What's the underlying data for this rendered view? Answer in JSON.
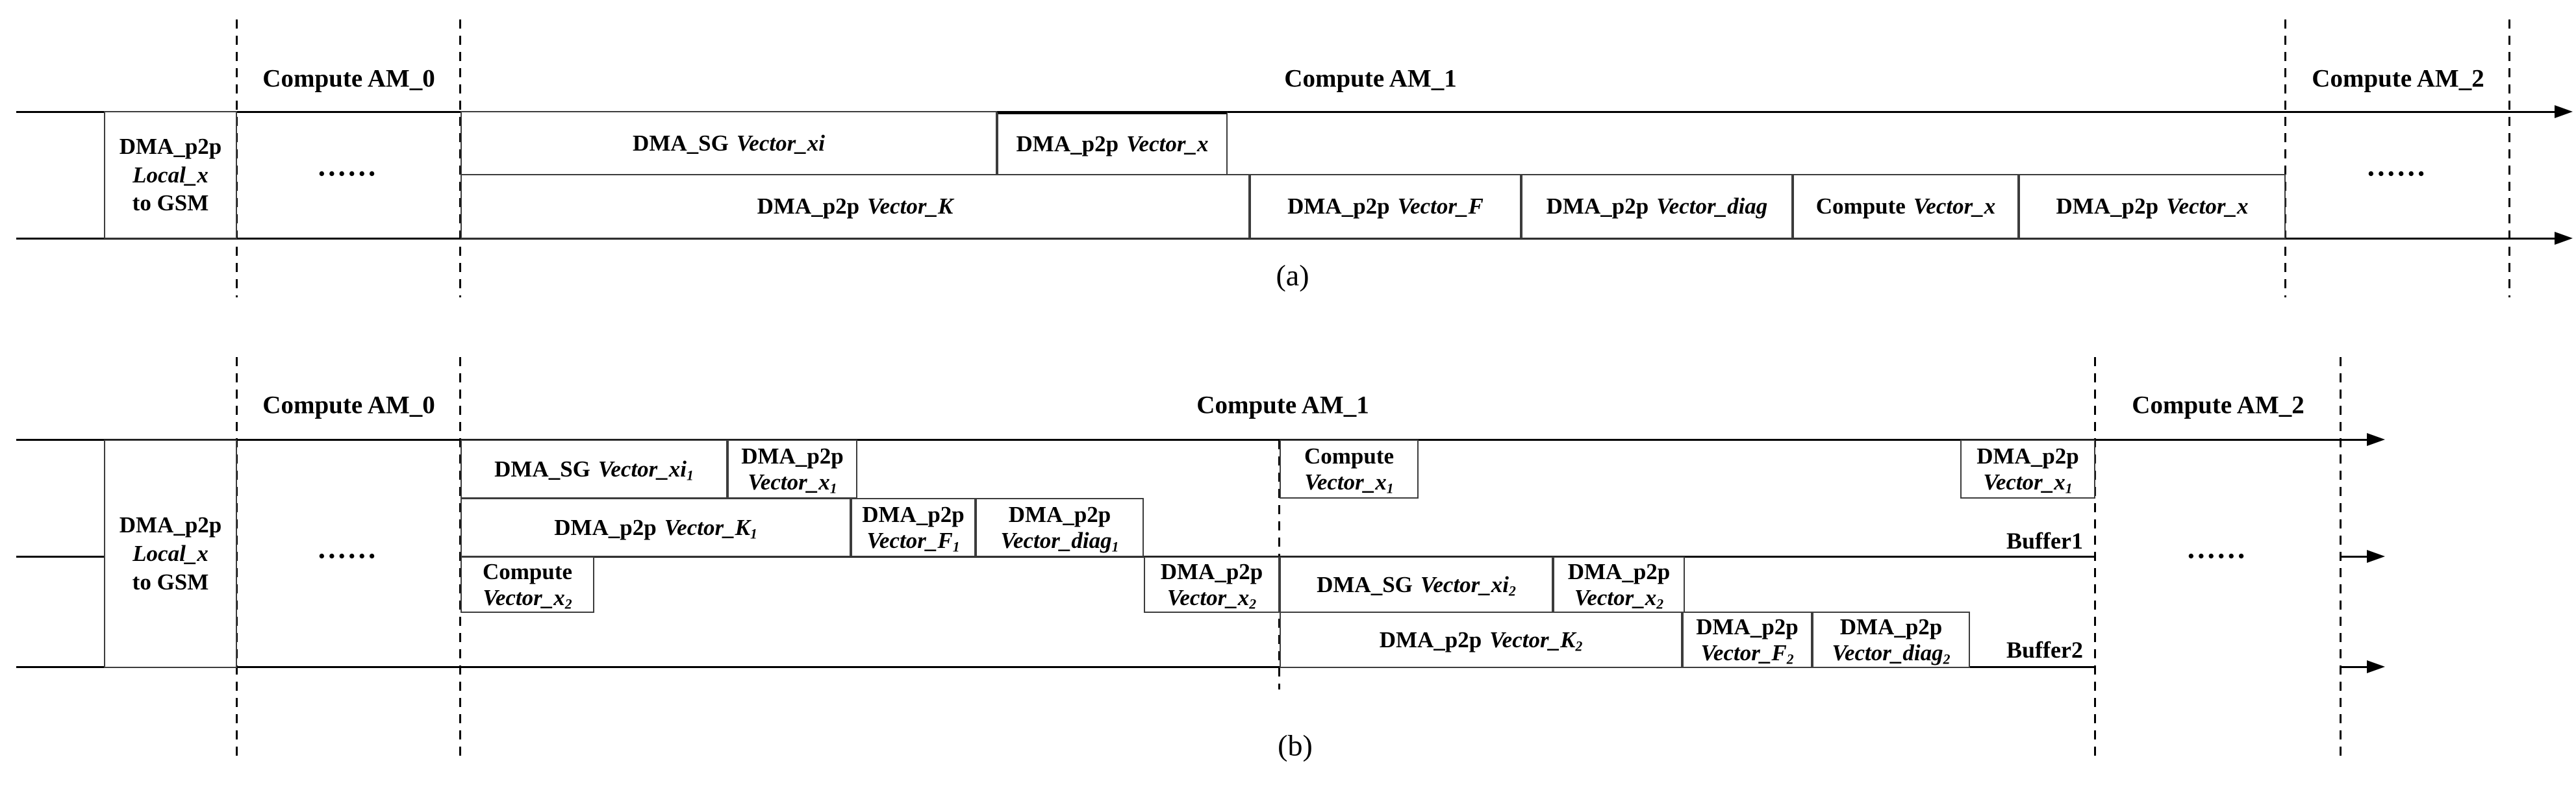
{
  "figure": {
    "panel_a_caption": "(a)",
    "panel_b_caption": "(b)",
    "ellipsis": "••••••",
    "colors": {
      "line": "#000000",
      "box_border": "#3c3c3c",
      "background": "#ffffff"
    }
  },
  "panel_a": {
    "phases": {
      "am0": "Compute AM_0",
      "am1": "Compute AM_1",
      "am2": "Compute AM_2"
    },
    "gsm_box": {
      "line1": "DMA_p2p",
      "line2": "Local_x",
      "line3": "to GSM"
    },
    "row_top": [
      {
        "op": "DMA_SG",
        "arg": "Vector_xi",
        "sub": ""
      },
      {
        "op": "DMA_p2p",
        "arg": "Vector_x",
        "sub": ""
      }
    ],
    "row_bottom": [
      {
        "op": "DMA_p2p",
        "arg": "Vector_K",
        "sub": ""
      },
      {
        "op": "DMA_p2p",
        "arg": "Vector_F",
        "sub": ""
      },
      {
        "op": "DMA_p2p",
        "arg": "Vector_diag",
        "sub": ""
      },
      {
        "op": "Compute",
        "arg": "Vector_x",
        "sub": ""
      },
      {
        "op": "DMA_p2p",
        "arg": "Vector_x",
        "sub": ""
      }
    ]
  },
  "panel_b": {
    "phases": {
      "am0": "Compute AM_0",
      "am1": "Compute AM_1",
      "am2": "Compute AM_2"
    },
    "gsm_box": {
      "line1": "DMA_p2p",
      "line2": "Local_x",
      "line3": "to GSM"
    },
    "buffer1": "Buffer1",
    "buffer2": "Buffer2",
    "row1": [
      {
        "op": "DMA_SG",
        "arg": "Vector_xi",
        "sub": "1"
      },
      {
        "op": "DMA_p2p",
        "arg": "Vector_x",
        "sub": "1"
      },
      {
        "op": "Compute",
        "arg": "Vector_x",
        "sub": "1"
      },
      {
        "op": "DMA_p2p",
        "arg": "Vector_x",
        "sub": "1"
      }
    ],
    "row2": [
      {
        "op": "DMA_p2p",
        "arg": "Vector_K",
        "sub": "1"
      },
      {
        "op": "DMA_p2p",
        "arg": "Vector_F",
        "sub": "1"
      },
      {
        "op": "DMA_p2p",
        "arg": "Vector_diag",
        "sub": "1"
      }
    ],
    "row3": [
      {
        "op": "Compute",
        "arg": "Vector_x",
        "sub": "2"
      },
      {
        "op": "DMA_p2p",
        "arg": "Vector_x",
        "sub": "2"
      },
      {
        "op": "DMA_SG",
        "arg": "Vector_xi",
        "sub": "2"
      },
      {
        "op": "DMA_p2p",
        "arg": "Vector_x",
        "sub": "2"
      }
    ],
    "row4": [
      {
        "op": "DMA_p2p",
        "arg": "Vector_K",
        "sub": "2"
      },
      {
        "op": "DMA_p2p",
        "arg": "Vector_F",
        "sub": "2"
      },
      {
        "op": "DMA_p2p",
        "arg": "Vector_diag",
        "sub": "2"
      }
    ]
  }
}
